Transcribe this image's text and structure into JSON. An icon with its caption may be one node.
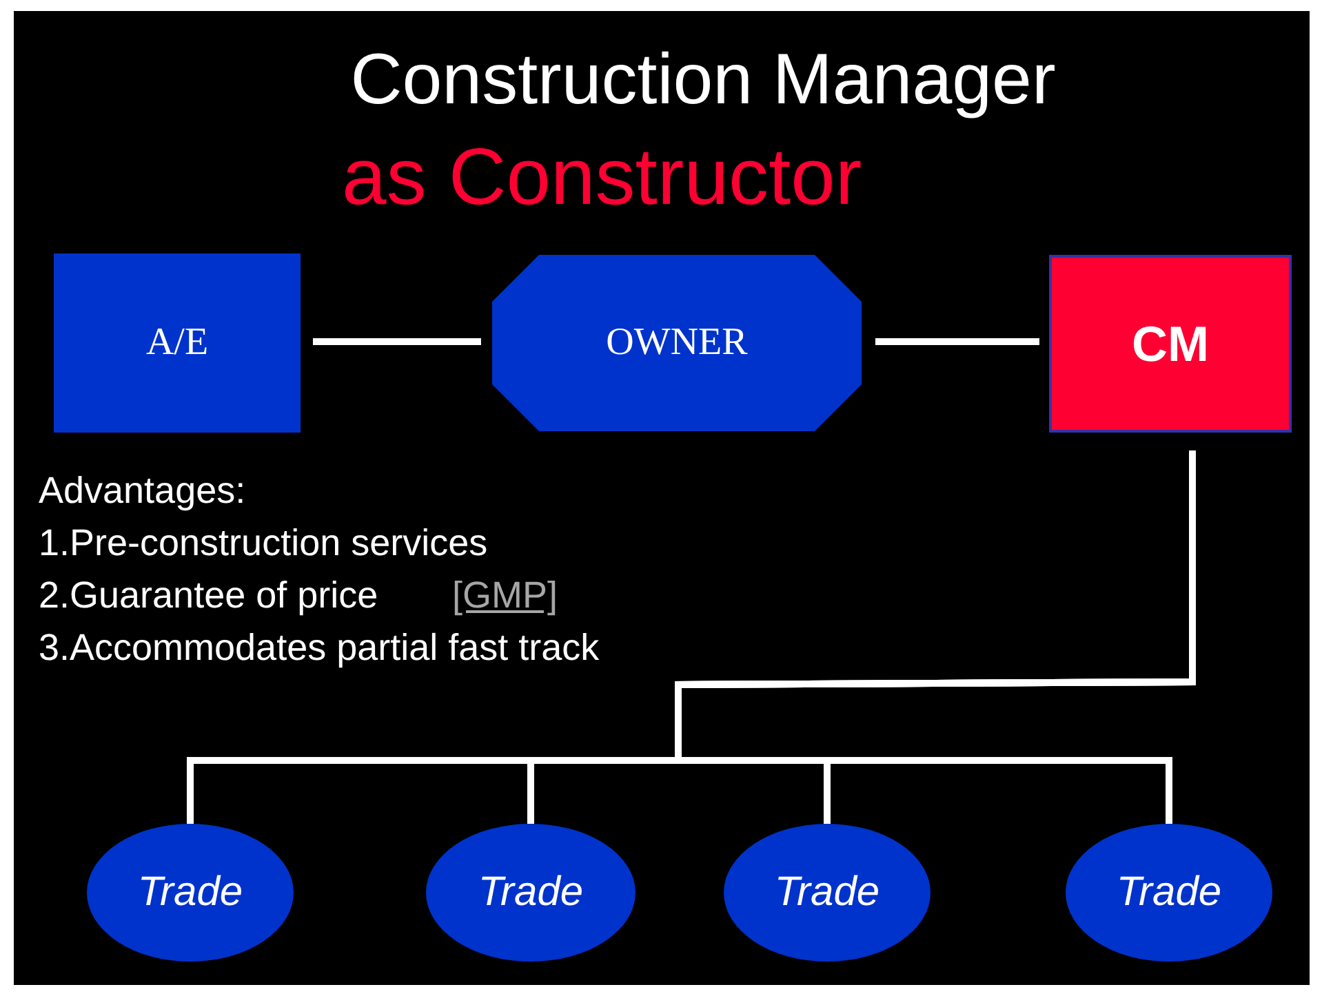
{
  "diagram": {
    "title": "Construction Manager",
    "nodes": [
      {
        "text": [
          "A/E"
        ]
      },
      {
        "text": [
          "OWNER"
        ]
      },
      {
        "text": [
          "CM"
        ]
      },
      {
        "text": [
          "Trade"
        ]
      },
      {
        "text": [
          "Trade"
        ]
      },
      {
        "text": [
          "Trade"
        ]
      },
      {
        "text": [
          "Trade"
        ]
      }
    ],
    "edges": [
      {
        "from": 0,
        "to": 1,
        "arrow": "none"
      },
      {
        "from": 1,
        "to": 2,
        "arrow": "none"
      },
      {
        "from": 2,
        "to": 3,
        "arrow": "none"
      },
      {
        "from": 2,
        "to": 4,
        "arrow": "none"
      },
      {
        "from": 2,
        "to": 5,
        "arrow": "none"
      },
      {
        "from": 2,
        "to": 6,
        "arrow": "none"
      }
    ],
    "labels": [
      "as Constructor",
      "Advantages:",
      "1.Pre-construction services",
      "2.Guarantee of price",
      "[GMP]",
      "3.Accommodates partial fast track"
    ]
  }
}
